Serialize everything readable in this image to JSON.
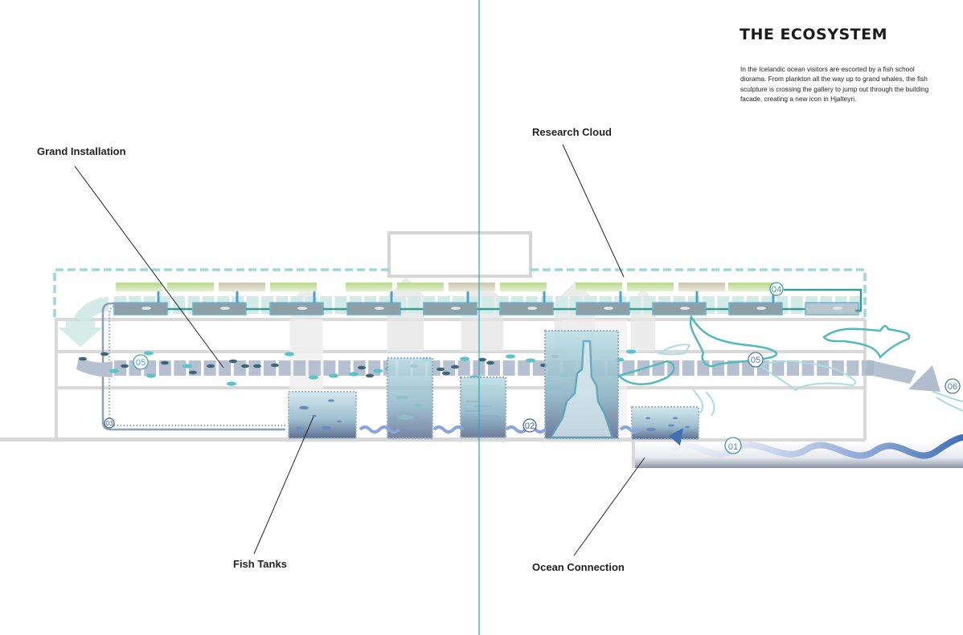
{
  "header": {
    "title": "THE ECOSYSTEM",
    "description": "In the Icelandic ocean visitors are escorted by a fish school diorama. From plankton all the way up to grand whales, the fish sculpture is crossing the gallery to jump out through the building facade, creating a new icon in Hjalteyri."
  },
  "callouts": {
    "grand_installation": "Grand Installation",
    "research_cloud": "Research Cloud",
    "fish_tanks": "Fish Tanks",
    "ocean_connection": "Ocean Connection"
  },
  "markers": {
    "m01": "01",
    "m02": "02",
    "m03": "03",
    "m04": "04",
    "m05a": "05",
    "m05b": "05",
    "m06": "06"
  },
  "colors": {
    "teal": "#4fb8c0",
    "teal_dark": "#3d9a94",
    "slate": "#8ea0b6",
    "deep_blue": "#3f6fb5",
    "grey": "#d9d9d9",
    "divider": "#2aa8b8"
  }
}
